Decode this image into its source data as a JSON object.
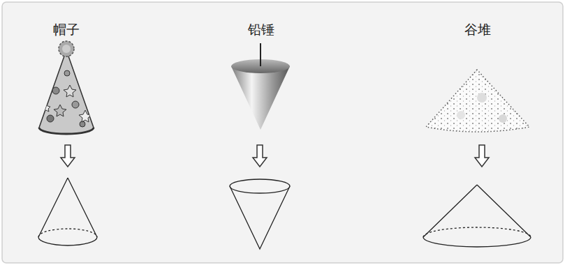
{
  "diagram": {
    "labels": [
      "帽子",
      "铅锤",
      "谷堆"
    ]
  }
}
